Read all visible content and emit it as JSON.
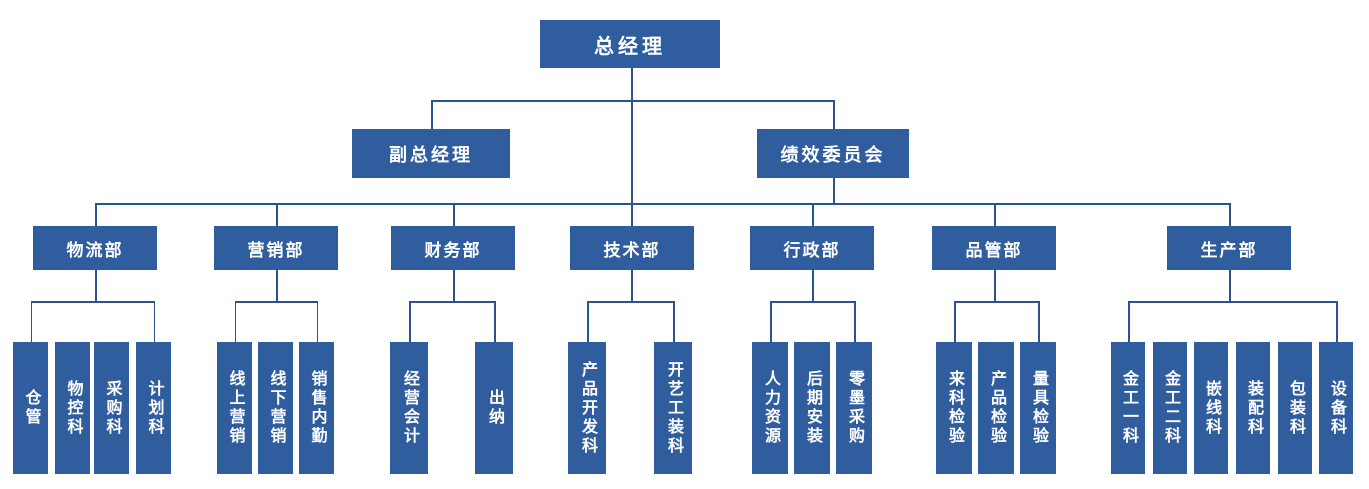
{
  "colors": {
    "box_fill": "#2f5d9e",
    "connector_line": "#2a5390",
    "text": "#ffffff",
    "background": "#ffffff"
  },
  "org": {
    "root": "总经理",
    "level2": [
      "副总经理",
      "绩效委员会"
    ],
    "departments": [
      {
        "name": "物流部",
        "children": [
          "仓管",
          "物控科",
          "采购科",
          "计划科"
        ]
      },
      {
        "name": "营销部",
        "children": [
          "线上营销",
          "线下营销",
          "销售内勤"
        ]
      },
      {
        "name": "财务部",
        "children": [
          "经营会计",
          "出纳"
        ]
      },
      {
        "name": "技术部",
        "children": [
          "产品开发科",
          "开艺工装科"
        ]
      },
      {
        "name": "行政部",
        "children": [
          "人力资源",
          "后期安装",
          "零墨采购"
        ]
      },
      {
        "name": "品管部",
        "children": [
          "来科检验",
          "产品检验",
          "量具检验"
        ]
      },
      {
        "name": "生产部",
        "children": [
          "金工一科",
          "金工二科",
          "嵌线科",
          "装配科",
          "包装科",
          "设备科"
        ]
      }
    ]
  }
}
